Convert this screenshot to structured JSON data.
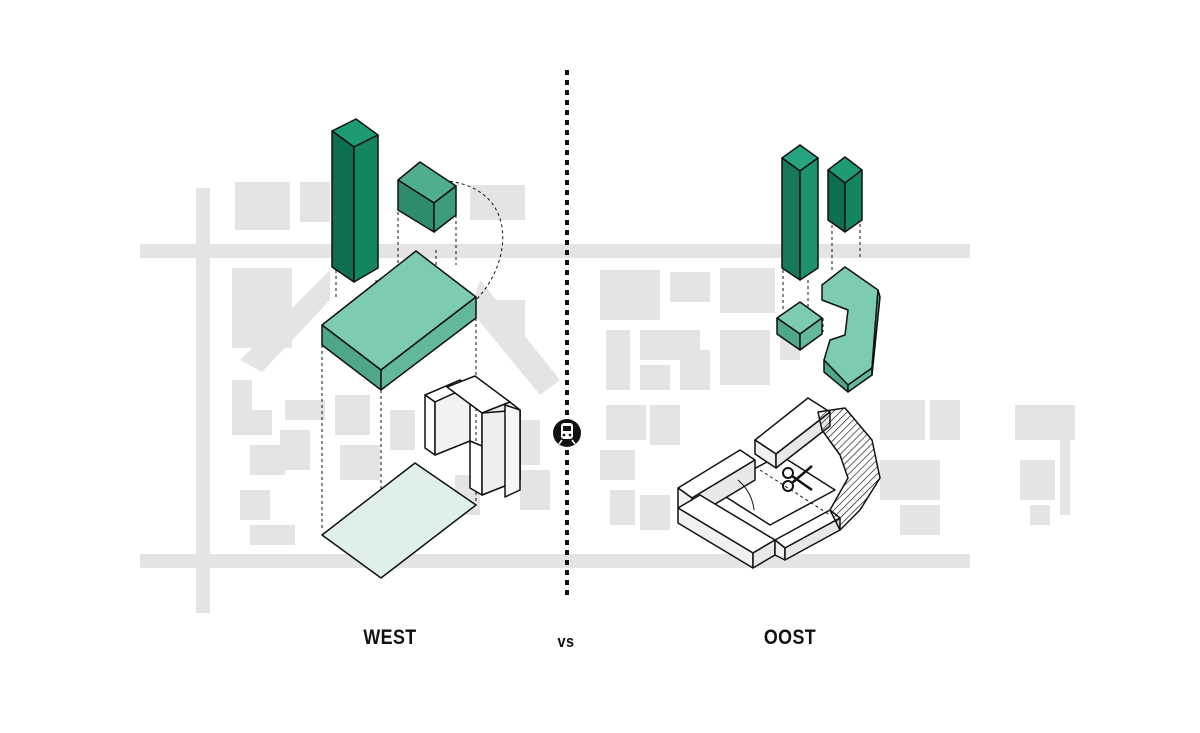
{
  "labels": {
    "west": "WEST",
    "vs": "vs",
    "oost": "OOST"
  },
  "colors": {
    "background": "#ffffff",
    "map_grey": "#e4e4e4",
    "green_dark_top": "#1f9a76",
    "green_dark_left": "#0f6e52",
    "green_dark_right": "#148561",
    "green_mid_top": "#4fae8e",
    "green_light_top": "#7ccbb2",
    "green_light_left": "#4ea78a",
    "green_light_right": "#61b89b",
    "plot_fill": "#dff0ec",
    "white_block_side": "#e8e8e8",
    "outline": "#111111"
  },
  "icons": {
    "station": "train-icon",
    "cut": "scissors-icon"
  }
}
